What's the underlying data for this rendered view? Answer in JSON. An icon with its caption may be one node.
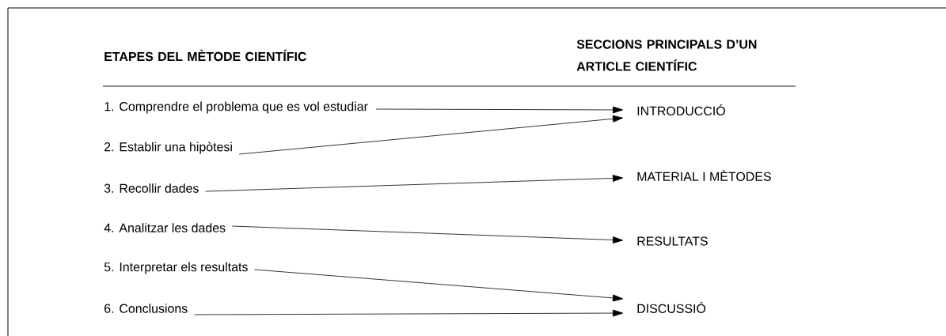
{
  "diagram": {
    "nodes": [
      {
        "text": [
          "1. Comprendre el problema que es vol estudiar"
        ]
      },
      {
        "text": [
          "2. Establir una hipòtesi"
        ]
      },
      {
        "text": [
          "3. Recollir dades"
        ]
      },
      {
        "text": [
          "4. Analitzar les dades"
        ]
      },
      {
        "text": [
          "5. Interpretar els resultats"
        ]
      },
      {
        "text": [
          "6. Conclusions"
        ]
      },
      {
        "text": [
          "INTRODUCCIÓ"
        ]
      },
      {
        "text": [
          "MATERIAL I MÈTODES"
        ]
      },
      {
        "text": [
          "RESULTATS"
        ]
      },
      {
        "text": [
          "DISCUSSIÓ"
        ]
      }
    ],
    "edges": [
      {
        "from": 0,
        "to": 6,
        "arrow": "to"
      },
      {
        "from": 1,
        "to": 6,
        "arrow": "to"
      },
      {
        "from": 2,
        "to": 7,
        "arrow": "to"
      },
      {
        "from": 3,
        "to": 8,
        "arrow": "to"
      },
      {
        "from": 4,
        "to": 9,
        "arrow": "to"
      },
      {
        "from": 5,
        "to": 9,
        "arrow": "to"
      }
    ],
    "labels": [
      "ETAPES DEL MÈTODE CIENTÍFIC",
      "SECCIONS PRINCIPALS D’UN ARTICLE CIENTÍFIC"
    ]
  }
}
